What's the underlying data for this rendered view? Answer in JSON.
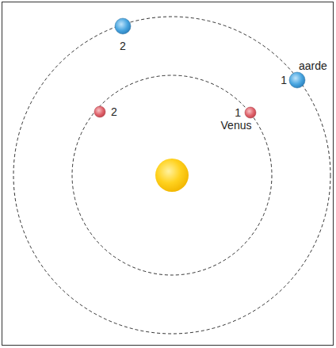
{
  "diagram": {
    "labels": [
      "2",
      "aarde",
      "1",
      "2",
      "1",
      "Venus"
    ]
  }
}
